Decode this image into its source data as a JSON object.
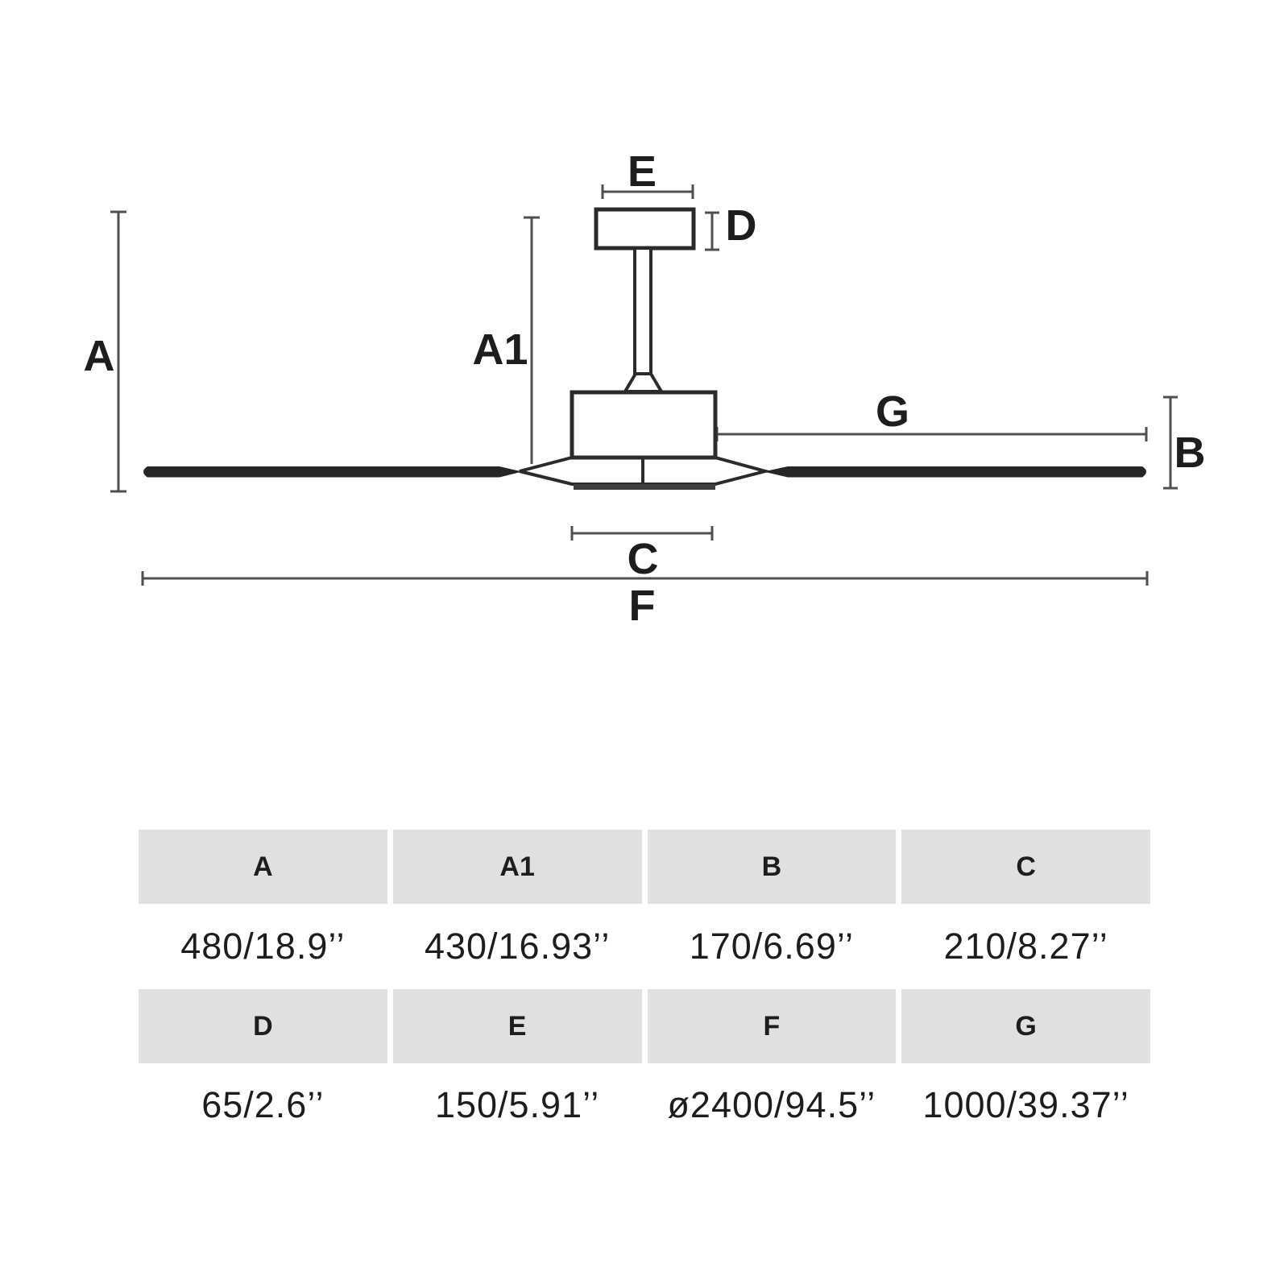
{
  "diagram": {
    "labels": {
      "A": "A",
      "A1": "A1",
      "B": "B",
      "C": "C",
      "D": "D",
      "E": "E",
      "F": "F",
      "G": "G"
    }
  },
  "table": {
    "rows": [
      {
        "headers": [
          "A",
          "A1",
          "B",
          "C"
        ],
        "values": [
          "480/18.9’’",
          "430/16.93’’",
          "170/6.69’’",
          "210/8.27’’"
        ]
      },
      {
        "headers": [
          "D",
          "E",
          "F",
          "G"
        ],
        "values": [
          "65/2.6’’",
          "150/5.91’’",
          "ø2400/94.5’’",
          "1000/39.37’’"
        ]
      }
    ]
  },
  "colors": {
    "drawing_line": "#2b2b2b",
    "dimension_line": "#4f4f4f",
    "blade_fill": "#262626",
    "header_bg": "#e0e0e0",
    "text": "#1d1d1b"
  }
}
